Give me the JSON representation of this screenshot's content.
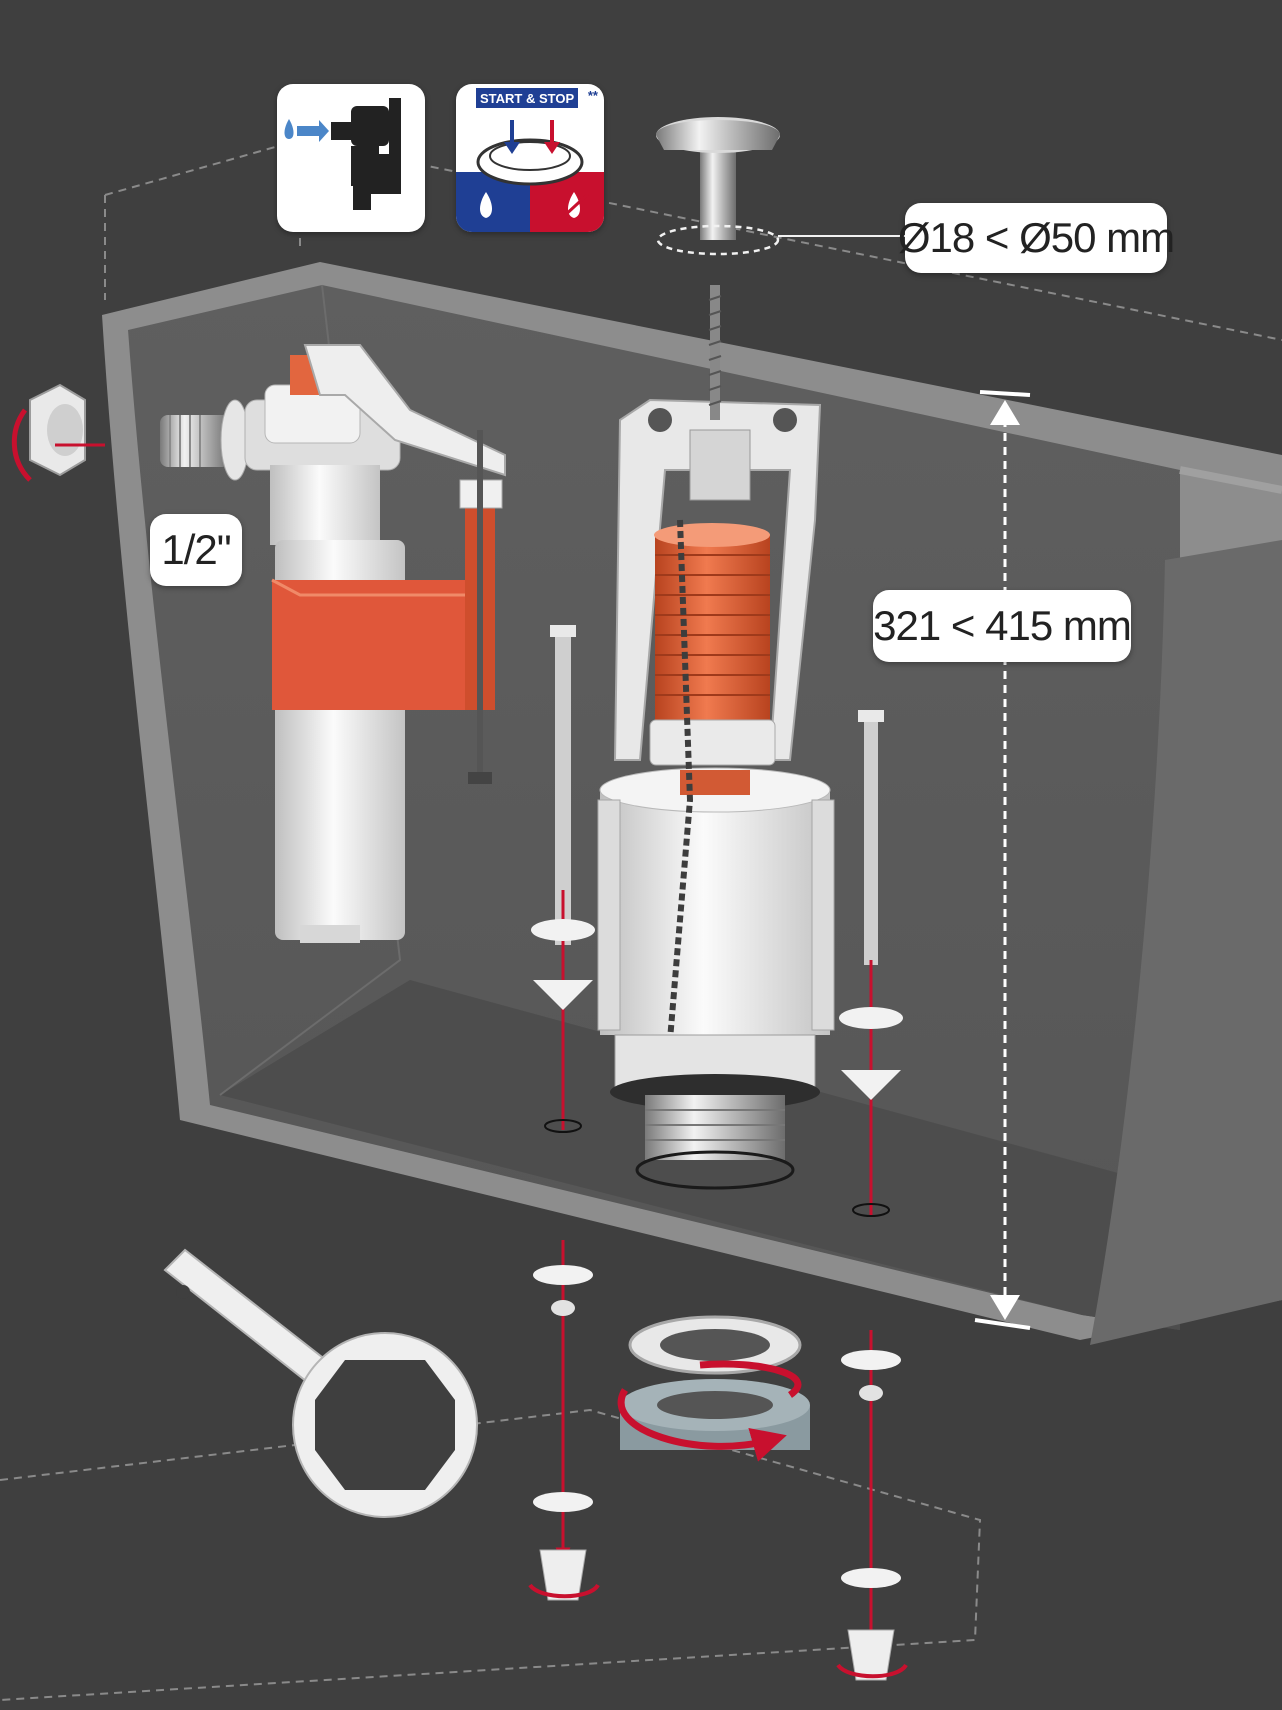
{
  "labels": {
    "fill_inlet_size": "1/2\"",
    "button_diameter": "Ø18 < Ø50 mm",
    "valve_height": "321 < 415 mm"
  },
  "badges": {
    "start_stop_text": "START & STOP",
    "start_stop_suffix": "**"
  },
  "colors": {
    "background": "#3f3f3f",
    "tank_wall": "#8d8d8d",
    "float_orange": "#e0573a",
    "arrow_red": "#c8102e",
    "badge_blue": "#1f3f94",
    "drop_blue": "#4b86c8"
  },
  "icons": [
    "side-inlet-valve-icon",
    "start-stop-dual-flush-icon"
  ]
}
